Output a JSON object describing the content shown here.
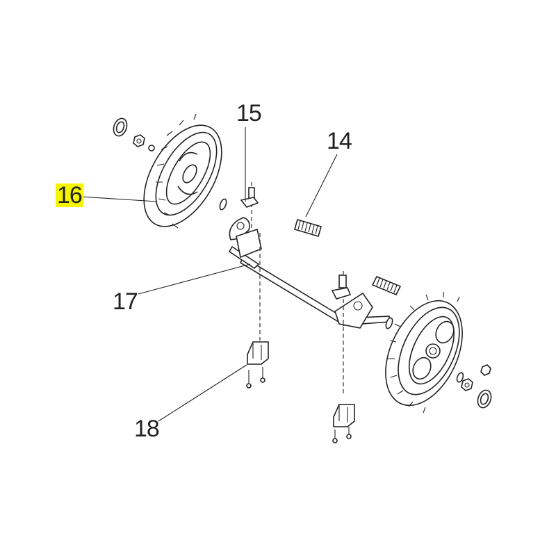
{
  "callouts": {
    "c14": "14",
    "c15": "15",
    "c16": "16",
    "c17": "17",
    "c18": "18"
  },
  "highlight_color": "#f5f500"
}
